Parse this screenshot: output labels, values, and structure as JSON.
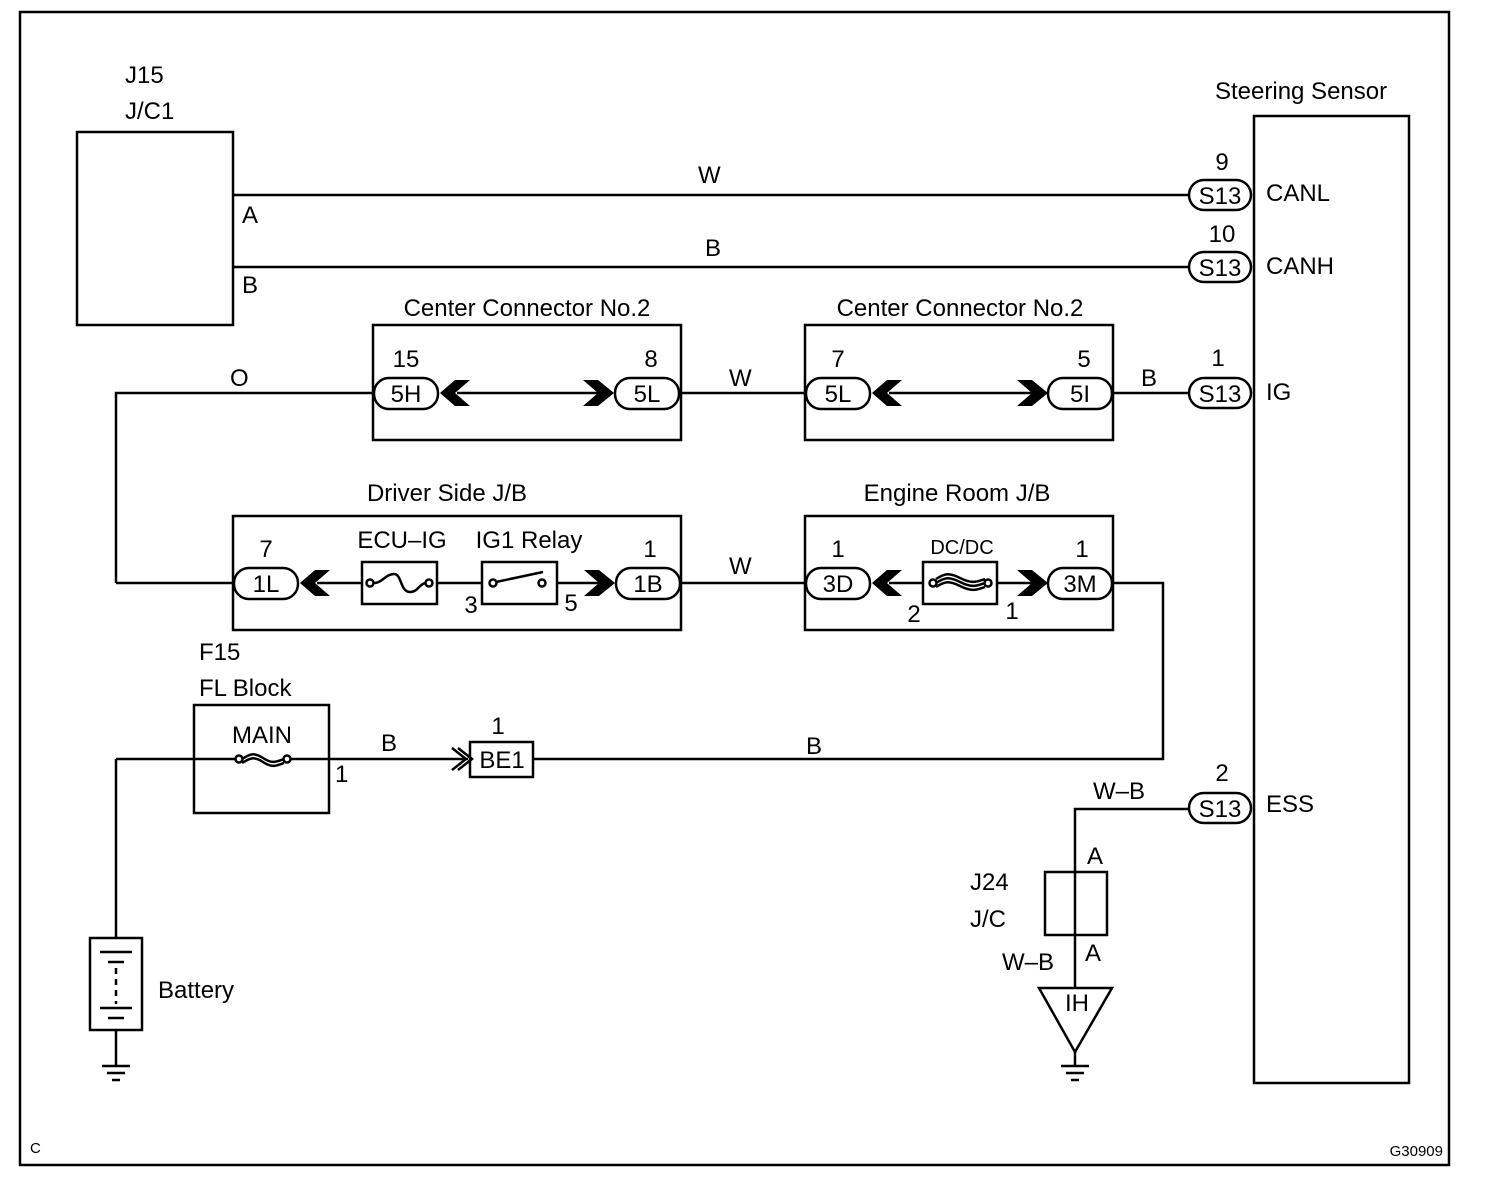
{
  "frame": {
    "corner_label": "C",
    "figure_id": "G30909"
  },
  "components": {
    "jc1": {
      "code": "J15",
      "name": "J/C1",
      "pin_a": "A",
      "pin_b": "B"
    },
    "steering_sensor": {
      "name": "Steering Sensor",
      "pins": [
        "CANL",
        "CANH",
        "IG",
        "ESS"
      ]
    },
    "center_conn_1": {
      "name": "Center Connector No.2"
    },
    "center_conn_2": {
      "name": "Center Connector No.2"
    },
    "driver_jb": {
      "name": "Driver Side J/B",
      "fuse": "ECU–IG",
      "relay": "IG1 Relay",
      "relay_pin_in": "3",
      "relay_pin_out": "5"
    },
    "engine_jb": {
      "name": "Engine Room J/B",
      "fuse": "DC/DC",
      "fuse_pin_in": "2",
      "fuse_pin_out": "1"
    },
    "fl_block": {
      "code": "F15",
      "name": "FL Block",
      "fuse": "MAIN",
      "pin": "1"
    },
    "jc": {
      "code": "J24",
      "name": "J/C",
      "pin_top": "A",
      "pin_bottom": "A"
    },
    "battery": {
      "name": "Battery"
    },
    "ground": {
      "name": "IH"
    }
  },
  "connectors": {
    "s13_canl": {
      "label": "S13",
      "pin": "9"
    },
    "s13_canh": {
      "label": "S13",
      "pin": "10"
    },
    "s13_ig": {
      "label": "S13",
      "pin": "1"
    },
    "s13_ess": {
      "label": "S13",
      "pin": "2"
    },
    "c5h": {
      "label": "5H",
      "pin": "15"
    },
    "c5l_a": {
      "label": "5L",
      "pin": "8"
    },
    "c5l_b": {
      "label": "5L",
      "pin": "7"
    },
    "c5i": {
      "label": "5I",
      "pin": "5"
    },
    "c1l": {
      "label": "1L",
      "pin": "7"
    },
    "c1b": {
      "label": "1B",
      "pin": "1"
    },
    "c3d": {
      "label": "3D",
      "pin": "1"
    },
    "c3m": {
      "label": "3M",
      "pin": "1"
    },
    "be1": {
      "label": "BE1",
      "pin": "1"
    }
  },
  "wires": {
    "canl": "W",
    "canh": "B",
    "orange": "O",
    "center_link": "W",
    "ig_feed": "B",
    "jb_link": "W",
    "main_out": "B",
    "be1_run": "B",
    "ess_top": "W–B",
    "ess_bottom": "W–B"
  }
}
